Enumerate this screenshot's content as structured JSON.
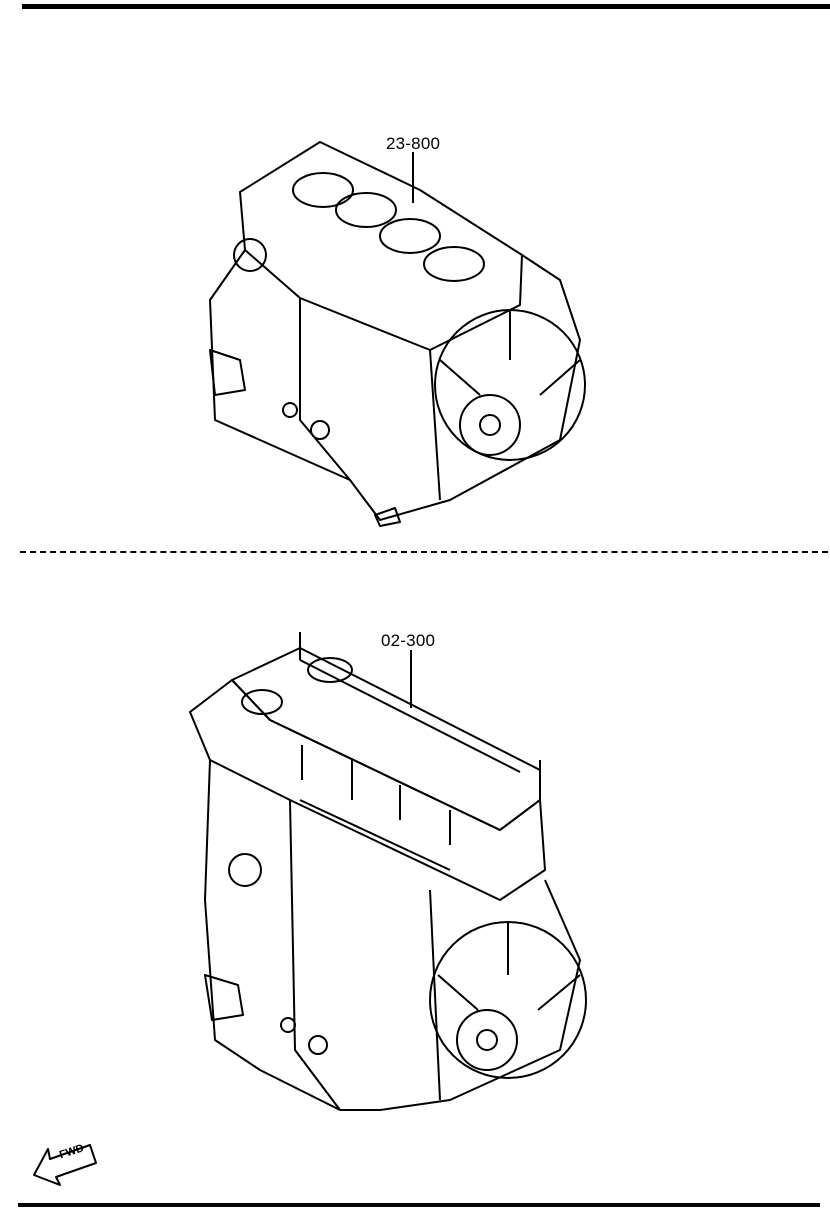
{
  "parts": [
    {
      "id": "short-block",
      "callout": "23-800"
    },
    {
      "id": "long-block",
      "callout": "02-300"
    }
  ],
  "direction_marker": {
    "label": "FWD"
  }
}
